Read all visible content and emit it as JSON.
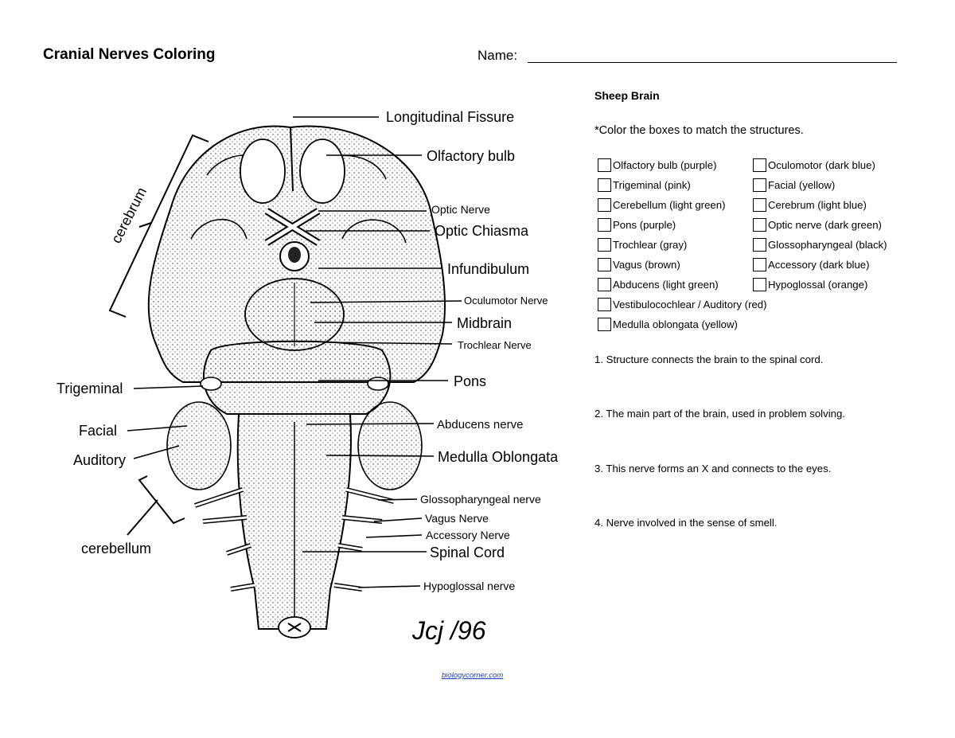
{
  "header": {
    "title": "Cranial Nerves Coloring",
    "name_label": "Name:"
  },
  "diagram": {
    "labels": {
      "longitudinal_fissure": "Longitudinal Fissure",
      "olfactory_bulb": "Olfactory bulb",
      "optic_nerve": "Optic Nerve",
      "optic_chiasma": "Optic Chiasma",
      "infundibulum": "Infundibulum",
      "oculomotor_nerve": "Oculumotor Nerve",
      "midbrain": "Midbrain",
      "trochlear_nerve": "Trochlear Nerve",
      "pons": "Pons",
      "abducens_nerve": "Abducens nerve",
      "medulla_oblongata": "Medulla Oblongata",
      "glossopharyngeal_nerve": "Glossopharyngeal nerve",
      "vagus_nerve": "Vagus Nerve",
      "accessory_nerve": "Accessory Nerve",
      "spinal_cord": "Spinal Cord",
      "hypoglossal_nerve": "Hypoglossal nerve",
      "cerebrum": "cerebrum",
      "trigeminal": "Trigeminal",
      "facial": "Facial",
      "auditory": "Auditory",
      "cerebellum": "cerebellum",
      "signature": "Jcj /96"
    }
  },
  "worksheet": {
    "subtitle": "Sheep Brain",
    "instruction": "*Color the boxes to match the structures.",
    "checklist_left": [
      "Olfactory bulb (purple)",
      "Trigeminal (pink)",
      "Cerebellum (light green)",
      "Pons (purple)",
      "Trochlear (gray)",
      "Vagus (brown)",
      "Abducens (light green)",
      "Vestibulocochlear / Auditory (red)",
      "Medulla oblongata (yellow)"
    ],
    "checklist_right": [
      "Oculomotor (dark blue)",
      "Facial (yellow)",
      "Cerebrum (light blue)",
      "Optic nerve (dark green)",
      "Glossopharyngeal (black)",
      "Accessory (dark blue)",
      "Hypoglossal (orange)"
    ],
    "questions": [
      "1. Structure connects the brain to the spinal cord.",
      "2. The main part of the brain, used in problem solving.",
      "3. This nerve forms an X and connects to the eyes.",
      "4.  Nerve involved in the sense of smell."
    ]
  },
  "footer": {
    "link_text": "biologycorner.com"
  }
}
